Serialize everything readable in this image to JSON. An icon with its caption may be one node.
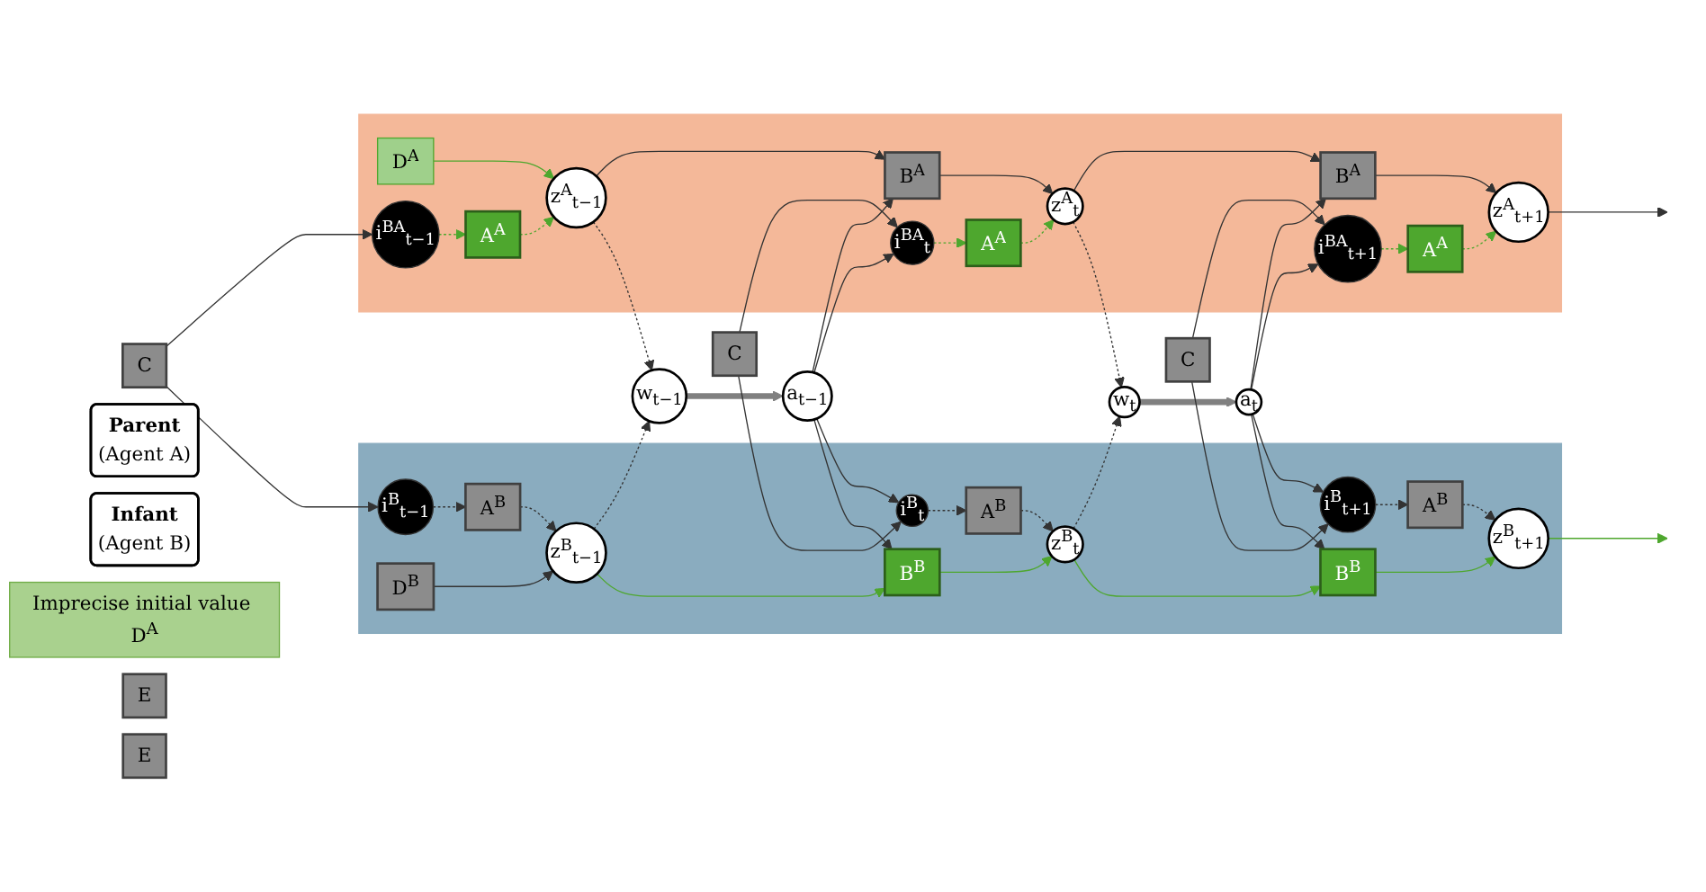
{
  "diagram": {
    "nodes": [
      {
        "text": [
          "Parent",
          "(Agent A)"
        ]
      },
      {
        "text": [
          "Infant",
          "(Agent B)"
        ]
      },
      {
        "text": [],
        "shape": "band"
      },
      {
        "text": [],
        "shape": "band"
      },
      {
        "text": [
          "D$^{A}$"
        ],
        "in": 2
      },
      {
        "text": [
          "z$^{A}$$_{t−1}$"
        ],
        "in": 2
      },
      {
        "text": [
          "Imprecise initial value D$^{A}$"
        ]
      },
      {
        "text": [
          "A$^{A}$"
        ],
        "in": 2
      },
      {
        "text": [
          "i$^{BA}$$_{t−1}$"
        ],
        "in": 2
      },
      {
        "text": [
          "B$^{A}$"
        ],
        "in": 2
      },
      {
        "text": [
          "z$^{A}$$_{t}$"
        ],
        "in": 2
      },
      {
        "text": [
          "A$^{A}$"
        ],
        "in": 2
      },
      {
        "text": [
          "i$^{BA}$$_{t}$"
        ],
        "in": 2
      },
      {
        "text": [
          "B$^{A}$"
        ],
        "in": 2
      },
      {
        "text": [
          "z$^{A}$$_{t+1}$"
        ],
        "in": 2
      },
      {
        "text": [
          "A$^{A}$"
        ],
        "in": 2
      },
      {
        "text": [
          "i$^{BA}$$_{t+1}$"
        ],
        "in": 2
      },
      {
        "text": [
          "C"
        ]
      },
      {
        "text": [
          "w$_{t−1}$"
        ]
      },
      {
        "text": [
          "E"
        ]
      },
      {
        "text": [
          "a$_{t−1}$"
        ]
      },
      {
        "text": [
          "C"
        ]
      },
      {
        "text": [
          "w$_{t}$"
        ]
      },
      {
        "text": [
          "E"
        ]
      },
      {
        "text": [
          "a$_{t}$"
        ]
      },
      {
        "text": [
          "C"
        ]
      },
      {
        "text": [
          "i$^{B}$$_{t−1}$"
        ],
        "in": 3
      },
      {
        "text": [
          "A$^{B}$"
        ],
        "in": 3
      },
      {
        "text": [
          "D$^{B}$"
        ],
        "in": 3
      },
      {
        "text": [
          "z$^{B}$$_{t−1}$"
        ],
        "in": 3
      },
      {
        "text": [
          "B$^{B}$"
        ],
        "in": 3
      },
      {
        "text": [
          "i$^{B}$$_{t}$"
        ],
        "in": 3
      },
      {
        "text": [
          "A$^{B}$"
        ],
        "in": 3
      },
      {
        "text": [
          "z$^{B}$$_{t}$"
        ],
        "in": 3
      },
      {
        "text": [
          "B$^{B}$"
        ],
        "in": 3
      },
      {
        "text": [
          "i$^{B}$$_{t+1}$"
        ],
        "in": 3
      },
      {
        "text": [
          "A$^{B}$"
        ],
        "in": 3
      },
      {
        "text": [
          "z$^{B}$$_{t+1}$"
        ],
        "in": 3
      }
    ],
    "edges": [
      {
        "from": 4,
        "to": 5,
        "arrow": "to",
        "color": "#4ea72e"
      },
      {
        "from": 5,
        "to": 9,
        "arrow": "to"
      },
      {
        "from": 9,
        "to": 10,
        "arrow": "to"
      },
      {
        "from": 10,
        "to": 13,
        "arrow": "to"
      },
      {
        "from": 13,
        "to": 14,
        "arrow": "to"
      },
      {
        "from": 14,
        "to": null,
        "arrow": "to"
      },
      {
        "from": 8,
        "to": 7,
        "arrow": "to",
        "style": "dashed",
        "color": "#4ea72e"
      },
      {
        "from": 7,
        "to": 5,
        "arrow": "to",
        "style": "dashed",
        "color": "#4ea72e"
      },
      {
        "from": 12,
        "to": 11,
        "arrow": "to",
        "style": "dashed",
        "color": "#4ea72e"
      },
      {
        "from": 11,
        "to": 10,
        "arrow": "to",
        "style": "dashed",
        "color": "#4ea72e"
      },
      {
        "from": 16,
        "to": 15,
        "arrow": "to",
        "style": "dashed",
        "color": "#4ea72e"
      },
      {
        "from": 15,
        "to": 14,
        "arrow": "to",
        "style": "dashed",
        "color": "#4ea72e"
      },
      {
        "from": 17,
        "to": 8,
        "arrow": "to"
      },
      {
        "from": 17,
        "to": 26,
        "arrow": "to"
      },
      {
        "from": 26,
        "to": 27,
        "arrow": "to",
        "style": "dashed"
      },
      {
        "from": 27,
        "to": 29,
        "arrow": "to",
        "style": "dashed"
      },
      {
        "from": 5,
        "to": 18,
        "arrow": "to",
        "style": "dashed"
      },
      {
        "from": 29,
        "to": 18,
        "arrow": "to",
        "style": "dashed"
      },
      {
        "from": 18,
        "to": 20,
        "arrow": "to",
        "style": "thick",
        "color": "#808080"
      },
      {
        "from": 20,
        "to": 9,
        "arrow": "to"
      },
      {
        "from": 20,
        "to": 12,
        "arrow": "to"
      },
      {
        "from": 20,
        "to": 31,
        "arrow": "to"
      },
      {
        "from": 20,
        "to": 30,
        "arrow": "to"
      },
      {
        "from": 21,
        "to": 12,
        "arrow": "to"
      },
      {
        "from": 21,
        "to": 31,
        "arrow": "to"
      },
      {
        "from": 31,
        "to": 32,
        "arrow": "to",
        "style": "dashed"
      },
      {
        "from": 32,
        "to": 33,
        "arrow": "to",
        "style": "dashed"
      },
      {
        "from": 10,
        "to": 22,
        "arrow": "to",
        "style": "dashed"
      },
      {
        "from": 33,
        "to": 22,
        "arrow": "to",
        "style": "dashed"
      },
      {
        "from": 22,
        "to": 24,
        "arrow": "to",
        "style": "thick",
        "color": "#808080"
      },
      {
        "from": 24,
        "to": 13,
        "arrow": "to"
      },
      {
        "from": 24,
        "to": 16,
        "arrow": "to"
      },
      {
        "from": 24,
        "to": 35,
        "arrow": "to"
      },
      {
        "from": 24,
        "to": 34,
        "arrow": "to"
      },
      {
        "from": 25,
        "to": 16,
        "arrow": "to"
      },
      {
        "from": 25,
        "to": 35,
        "arrow": "to"
      },
      {
        "from": 35,
        "to": 36,
        "arrow": "to",
        "style": "dashed"
      },
      {
        "from": 36,
        "to": 37,
        "arrow": "to",
        "style": "dashed"
      },
      {
        "from": 28,
        "to": 29,
        "arrow": "to"
      },
      {
        "from": 29,
        "to": 30,
        "arrow": "to",
        "color": "#4ea72e"
      },
      {
        "from": 30,
        "to": 33,
        "arrow": "to",
        "color": "#4ea72e"
      },
      {
        "from": 33,
        "to": 34,
        "arrow": "to",
        "color": "#4ea72e"
      },
      {
        "from": 34,
        "to": 37,
        "arrow": "to",
        "color": "#4ea72e"
      },
      {
        "from": 37,
        "to": null,
        "arrow": "to",
        "color": "#4ea72e"
      }
    ]
  }
}
